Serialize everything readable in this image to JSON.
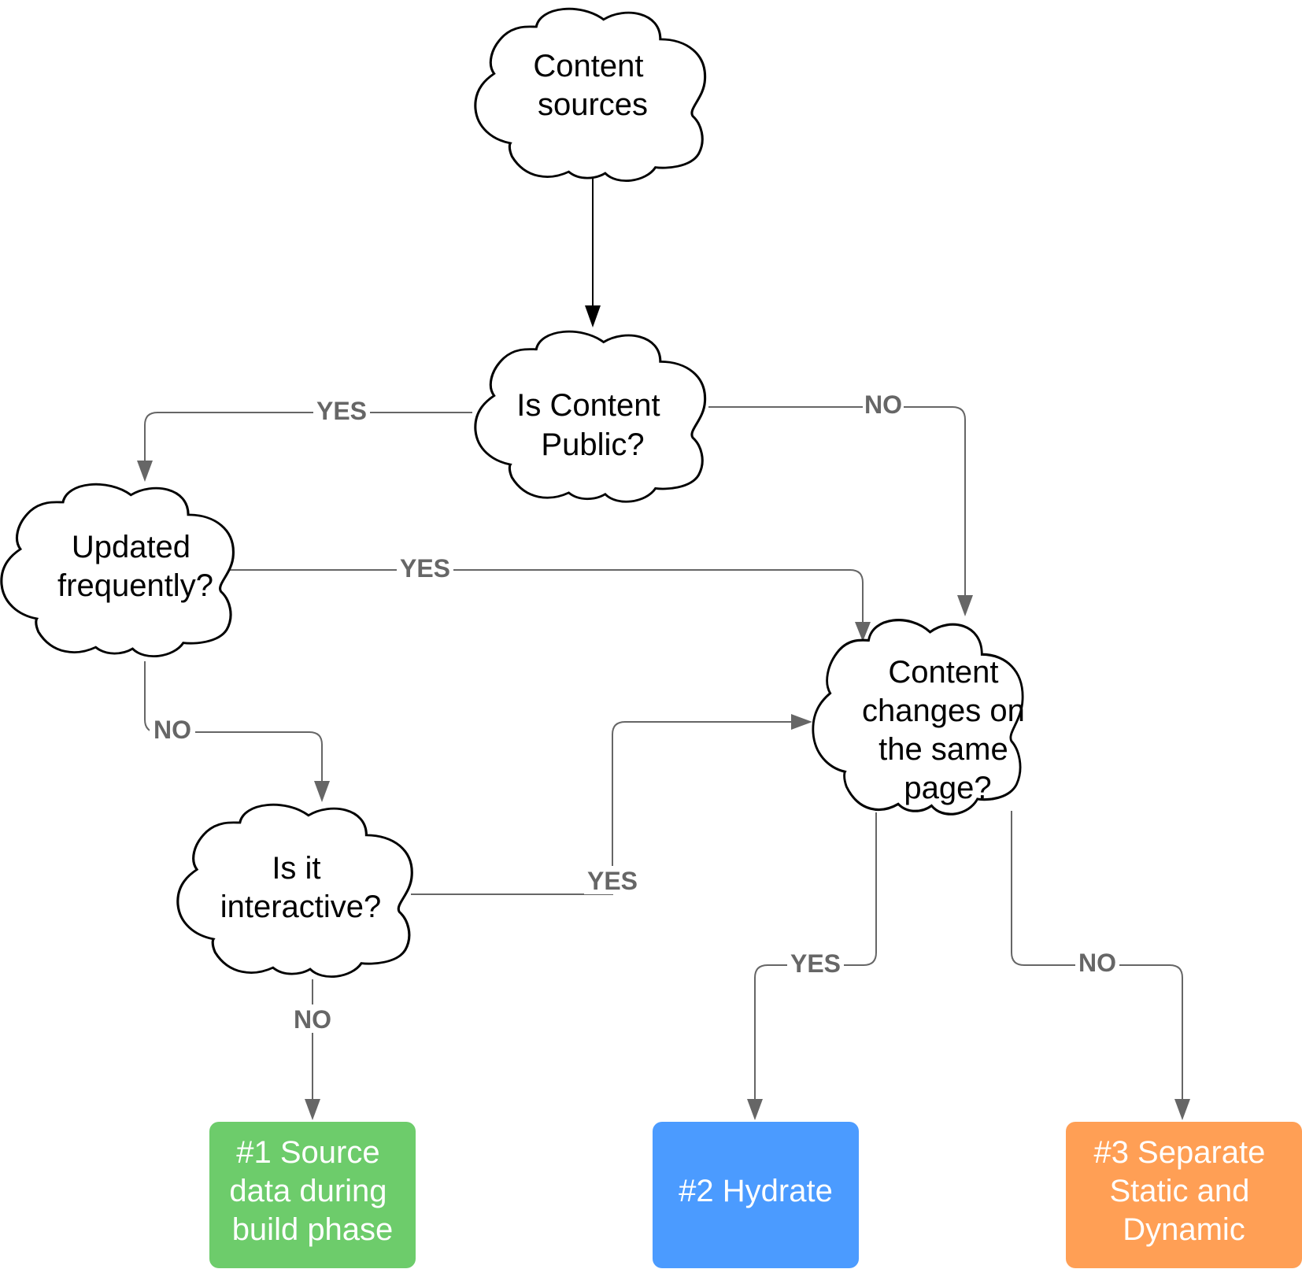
{
  "nodes": {
    "content_sources": {
      "lines": [
        "Content",
        "sources"
      ]
    },
    "is_public": {
      "lines": [
        "Is Content",
        "Public?"
      ]
    },
    "updated_frequently": {
      "lines": [
        "Updated",
        "frequently?"
      ]
    },
    "is_interactive": {
      "lines": [
        "Is it",
        "interactive?"
      ]
    },
    "changes_same_page": {
      "lines": [
        "Content",
        "changes on",
        "the same",
        "page?"
      ]
    }
  },
  "outcomes": {
    "source_build": {
      "lines": [
        "#1 Source",
        "data during",
        "build phase"
      ],
      "color": "#6dcc6b"
    },
    "hydrate": {
      "lines": [
        "#2 Hydrate"
      ],
      "color": "#4b9bff"
    },
    "separate": {
      "lines": [
        "#3 Separate",
        "Static and",
        "Dynamic"
      ],
      "color": "#ff9f55"
    }
  },
  "edges": {
    "public_yes": "YES",
    "public_no": "NO",
    "updated_yes": "YES",
    "updated_no": "NO",
    "interactive_yes": "YES",
    "interactive_no": "NO",
    "changes_yes": "YES",
    "changes_no": "NO"
  },
  "colors": {
    "stroke": "#000000",
    "connector": "#666666",
    "label": "#666666"
  }
}
